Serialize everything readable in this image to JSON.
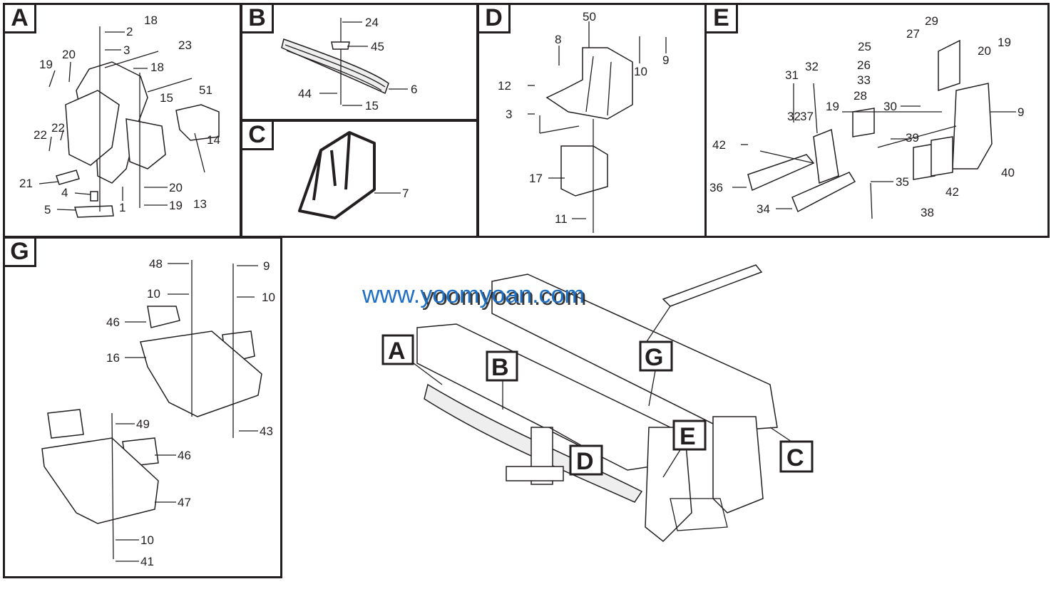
{
  "panels": {
    "A": {
      "label": "A"
    },
    "B": {
      "label": "B"
    },
    "C": {
      "label": "C"
    },
    "D": {
      "label": "D"
    },
    "E": {
      "label": "E"
    },
    "G": {
      "label": "G"
    }
  },
  "callouts": {
    "A": [
      "2",
      "18",
      "3",
      "23",
      "20",
      "19",
      "18",
      "51",
      "15",
      "22",
      "22",
      "14",
      "21",
      "4",
      "20",
      "5",
      "1",
      "19",
      "13"
    ],
    "B": [
      "24",
      "45",
      "44",
      "6",
      "15"
    ],
    "C": [
      "7"
    ],
    "D": [
      "50",
      "8",
      "9",
      "10",
      "12",
      "3",
      "17",
      "11"
    ],
    "E": [
      "29",
      "25",
      "27",
      "20",
      "19",
      "31",
      "32",
      "26",
      "33",
      "28",
      "30",
      "9",
      "32",
      "37",
      "19",
      "39",
      "42",
      "40",
      "36",
      "35",
      "42",
      "34",
      "38"
    ],
    "G": [
      "48",
      "9",
      "10",
      "10",
      "46",
      "16",
      "43",
      "49",
      "46",
      "47",
      "10",
      "41"
    ]
  },
  "overview_labels": [
    "A",
    "B",
    "G",
    "E",
    "D",
    "C"
  ],
  "watermark": {
    "primary": "www.yoomyoan.com",
    "secondary": "yoomyoan.com"
  }
}
